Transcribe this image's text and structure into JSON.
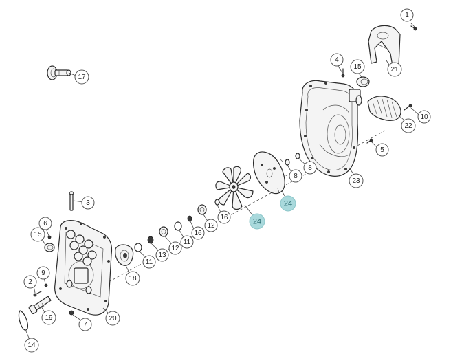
{
  "callouts": [
    {
      "id": "c1",
      "label": "1",
      "highlight": false
    },
    {
      "id": "c4",
      "label": "4",
      "highlight": false
    },
    {
      "id": "c15a",
      "label": "15",
      "highlight": false
    },
    {
      "id": "c21",
      "label": "21",
      "highlight": false
    },
    {
      "id": "c17",
      "label": "17",
      "highlight": false
    },
    {
      "id": "c10",
      "label": "10",
      "highlight": false
    },
    {
      "id": "c22",
      "label": "22",
      "highlight": false
    },
    {
      "id": "c5",
      "label": "5",
      "highlight": false
    },
    {
      "id": "c8a",
      "label": "8",
      "highlight": false
    },
    {
      "id": "c8b",
      "label": "8",
      "highlight": false
    },
    {
      "id": "c23",
      "label": "23",
      "highlight": false
    },
    {
      "id": "c24a",
      "label": "24",
      "highlight": true
    },
    {
      "id": "c24b",
      "label": "24",
      "highlight": true
    },
    {
      "id": "c3",
      "label": "3",
      "highlight": false
    },
    {
      "id": "c16a",
      "label": "16",
      "highlight": false
    },
    {
      "id": "c12a",
      "label": "12",
      "highlight": false
    },
    {
      "id": "c16b",
      "label": "16",
      "highlight": false
    },
    {
      "id": "c11a",
      "label": "11",
      "highlight": false
    },
    {
      "id": "c12b",
      "label": "12",
      "highlight": false
    },
    {
      "id": "c13",
      "label": "13",
      "highlight": false
    },
    {
      "id": "c11b",
      "label": "11",
      "highlight": false
    },
    {
      "id": "c6",
      "label": "6",
      "highlight": false
    },
    {
      "id": "c15b",
      "label": "15",
      "highlight": false
    },
    {
      "id": "c18",
      "label": "18",
      "highlight": false
    },
    {
      "id": "c9",
      "label": "9",
      "highlight": false
    },
    {
      "id": "c2",
      "label": "2",
      "highlight": false
    },
    {
      "id": "c19",
      "label": "19",
      "highlight": false
    },
    {
      "id": "c7",
      "label": "7",
      "highlight": false
    },
    {
      "id": "c20",
      "label": "20",
      "highlight": false
    },
    {
      "id": "c14",
      "label": "14",
      "highlight": false
    }
  ],
  "colors": {
    "highlight_fill": "#a9d9dc",
    "highlight_text": "#2e6f74",
    "line": "#2a2a2a"
  },
  "icons": [
    "part-number-callout",
    "exploded-assembly"
  ]
}
